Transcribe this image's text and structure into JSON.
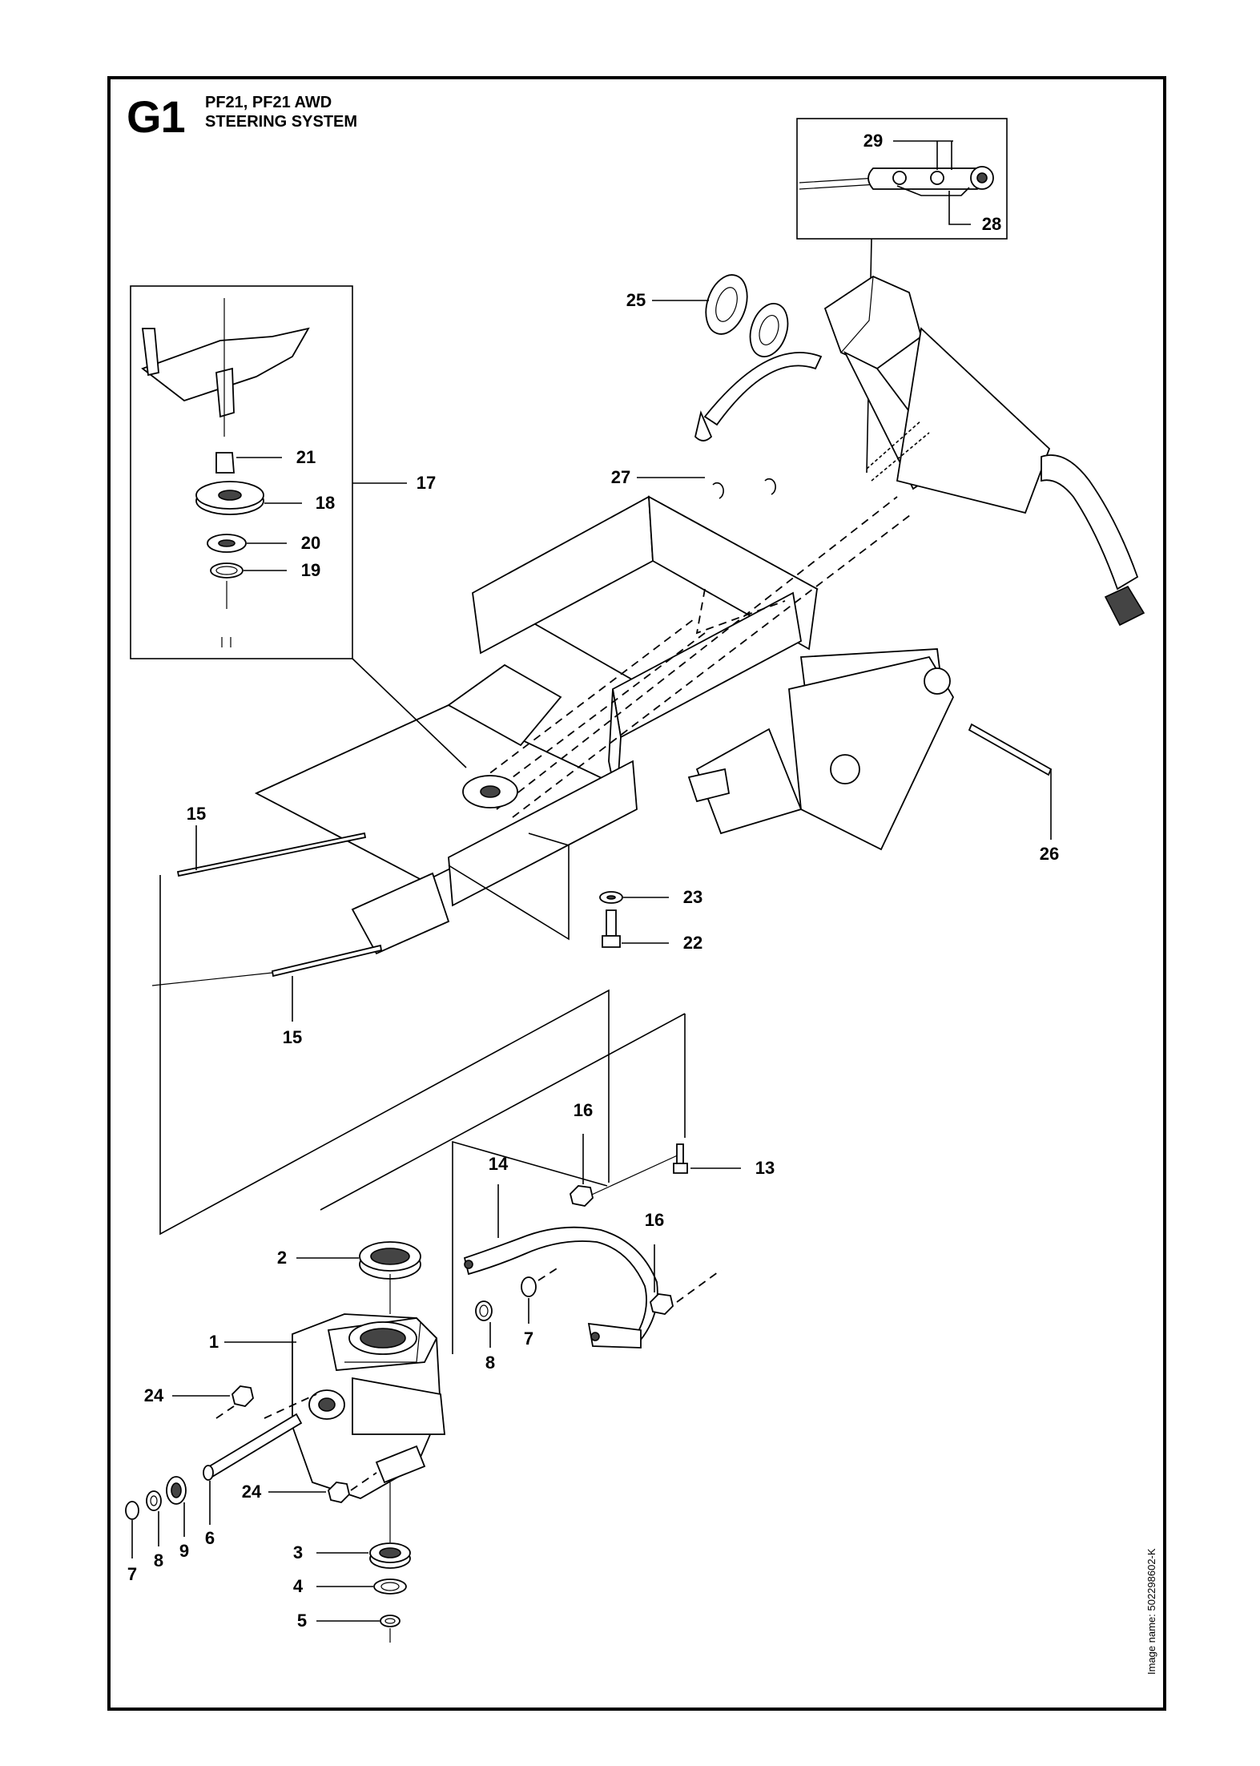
{
  "header": {
    "section_code": "G1",
    "model_line": "PF21, PF21 AWD",
    "title": "STEERING SYSTEM"
  },
  "footer": {
    "image_name": "Image name: 502298602-K"
  },
  "callouts": {
    "c29": "29",
    "c28": "28",
    "c25": "25",
    "c27": "27",
    "c21": "21",
    "c18": "18",
    "c20": "20",
    "c19": "19",
    "c17": "17",
    "c15a": "15",
    "c15b": "15",
    "c26": "26",
    "c23": "23",
    "c22": "22",
    "c16a": "16",
    "c16b": "16",
    "c14": "14",
    "c13": "13",
    "c2": "2",
    "c1": "1",
    "c8a": "8",
    "c7a": "7",
    "c24a": "24",
    "c24b": "24",
    "c6": "6",
    "c9": "9",
    "c8b": "8",
    "c7b": "7",
    "c3": "3",
    "c4": "4",
    "c5": "5"
  }
}
